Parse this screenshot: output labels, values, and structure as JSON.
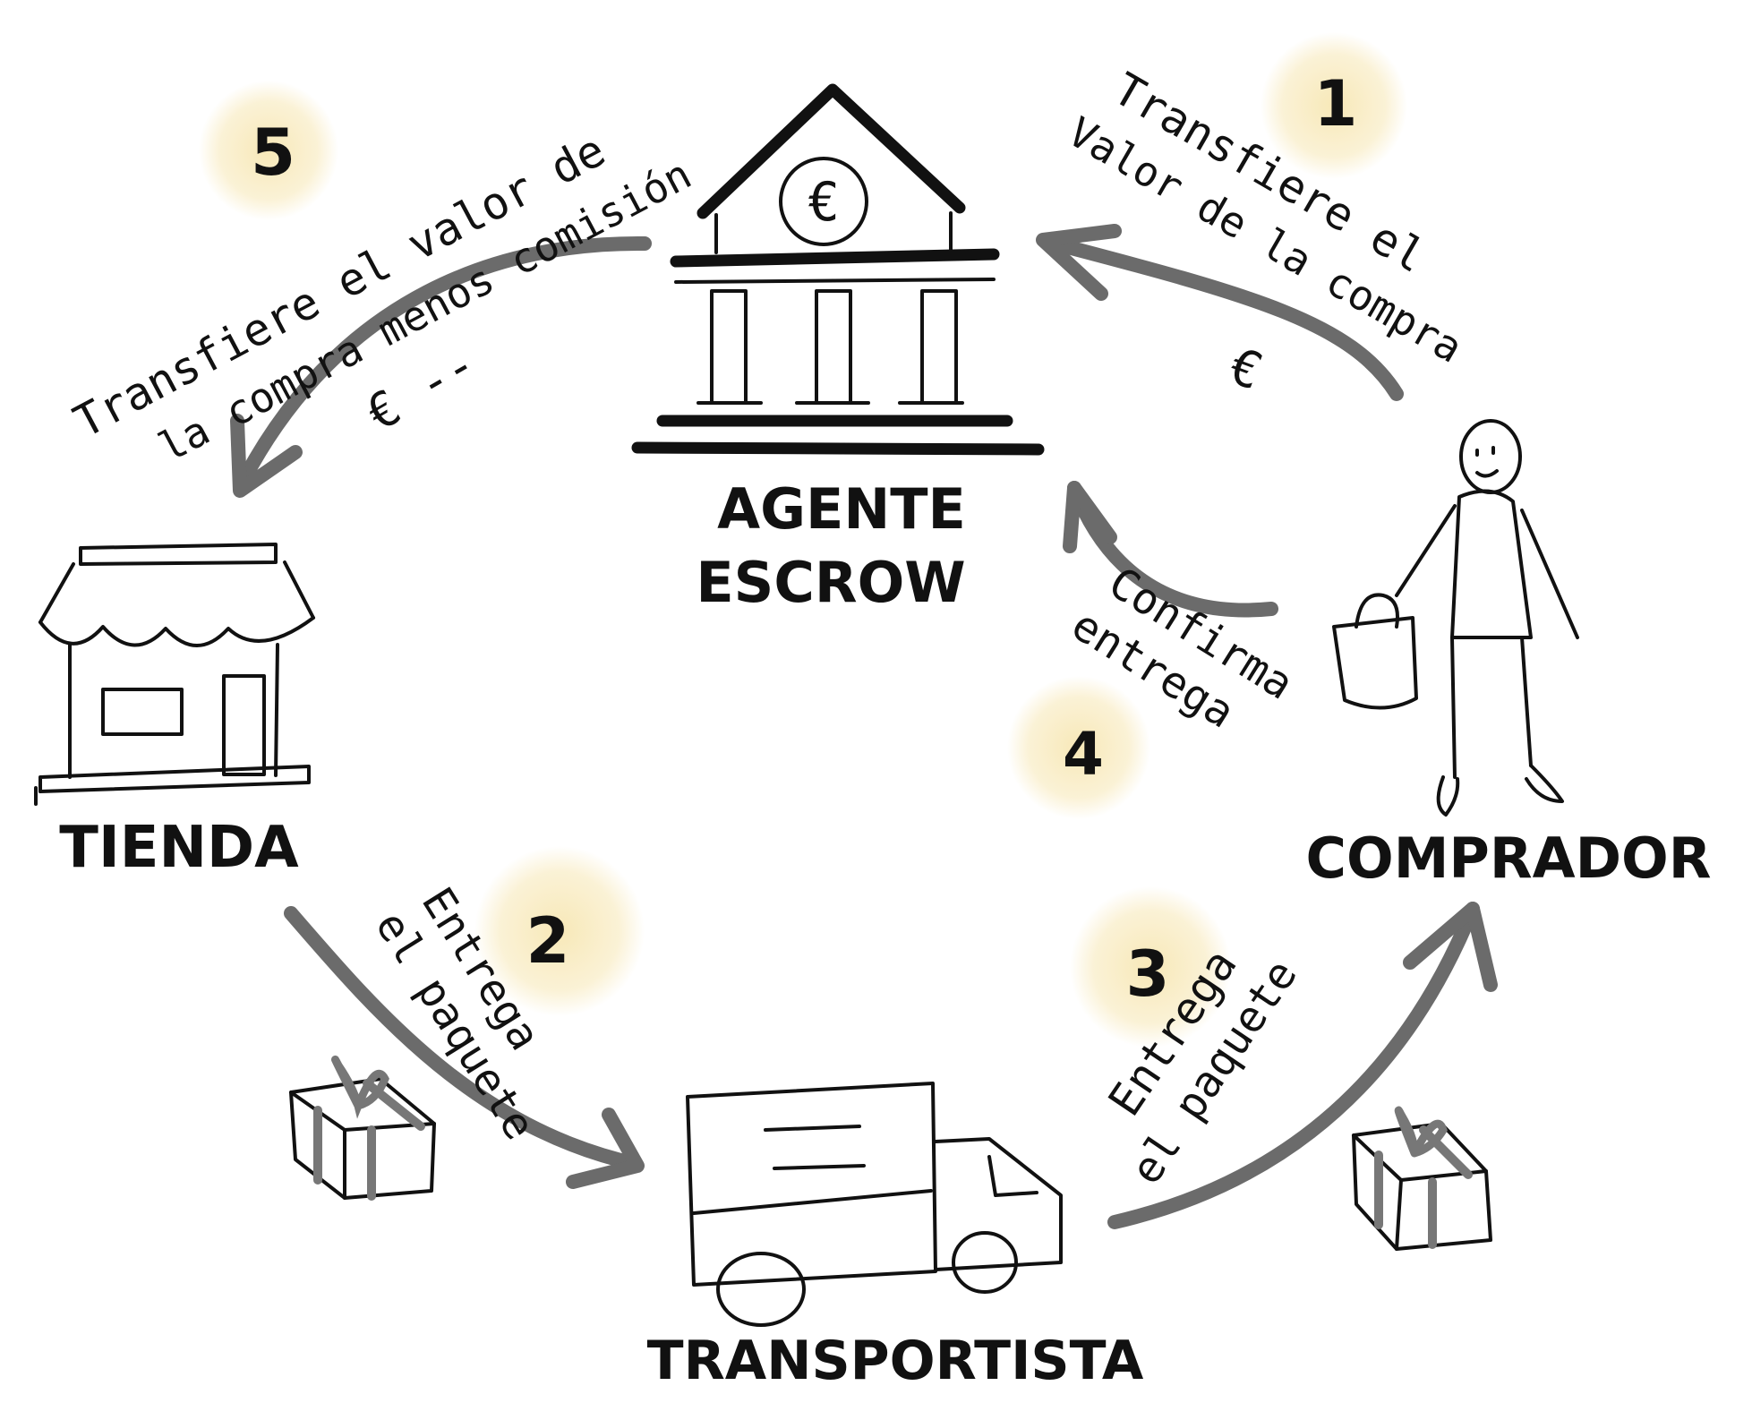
{
  "nodes": {
    "escrow": {
      "line1": "AGENTE",
      "line2": "ESCROW"
    },
    "store": {
      "label": "TIENDA"
    },
    "buyer": {
      "label": "COMPRADOR"
    },
    "carrier": {
      "label": "TRANSPORTISTA"
    }
  },
  "steps": {
    "s1": {
      "number": "1",
      "line1": "Transfiere el",
      "line2": "Valor de la compra"
    },
    "s2": {
      "number": "2",
      "line1": "Entrega",
      "line2": "el paquete"
    },
    "s3": {
      "number": "3",
      "line1": "Entrega",
      "line2": "el paquete"
    },
    "s4": {
      "number": "4",
      "line1": "Confirma",
      "line2": "entrega"
    },
    "s5": {
      "number": "5",
      "line1": "Transfiere el valor de",
      "line2": "la compra menos comisión"
    }
  },
  "symbols": {
    "euro_building": "€",
    "euro_in": "€",
    "euro_out": "€ --"
  },
  "colors": {
    "ink": "#111111",
    "arrow": "#6b6b6b",
    "highlight": "#f7e7b4"
  }
}
